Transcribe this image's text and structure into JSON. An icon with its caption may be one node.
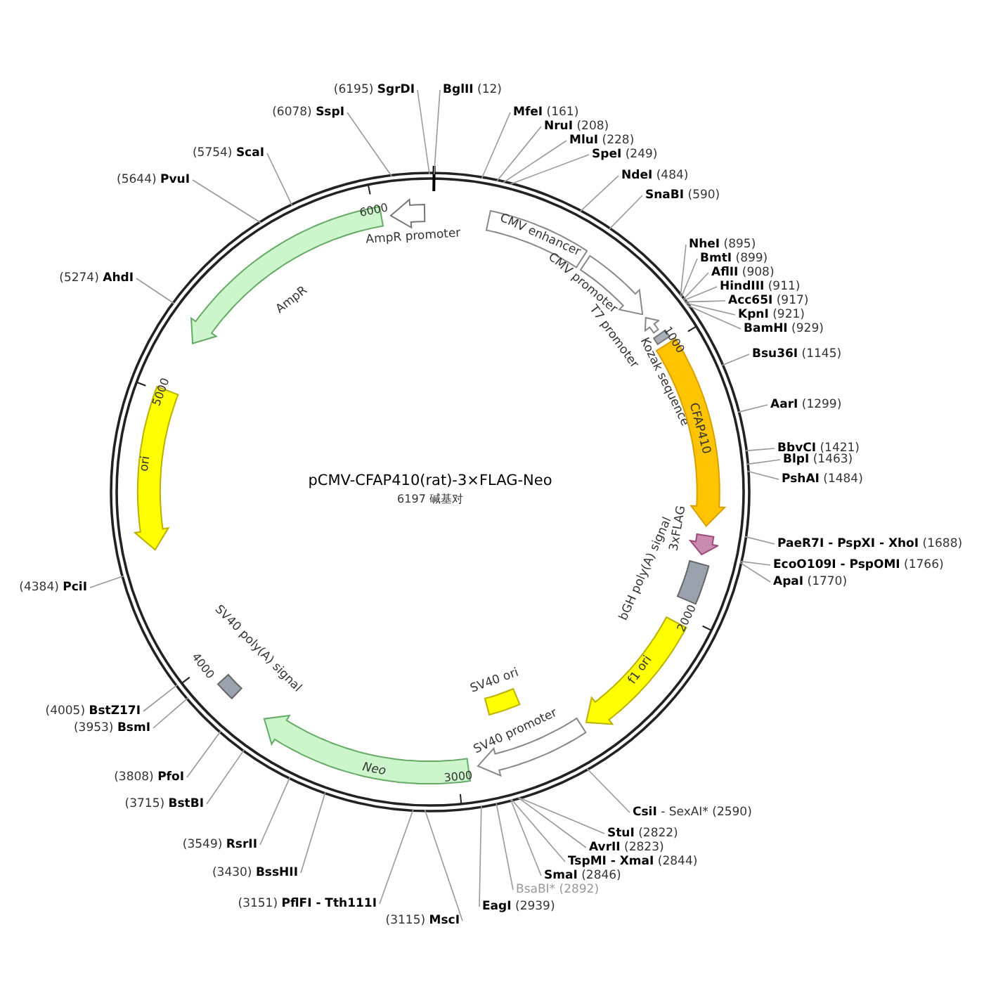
{
  "diagram": {
    "title": "pCMV-CFAP410(rat)-3×FLAG-Neo",
    "nodes": [
      {
        "text": [
          "AmpR promoter"
        ]
      },
      {
        "text": [
          "AmpR"
        ]
      },
      {
        "text": [
          "CMV enhancer"
        ]
      },
      {
        "text": [
          "CMV promoter"
        ]
      },
      {
        "text": [
          "T7 promoter"
        ]
      },
      {
        "text": [
          "Kozak sequence"
        ]
      },
      {
        "text": [
          "CFAP410"
        ]
      },
      {
        "text": [
          "3xFLAG"
        ]
      },
      {
        "text": [
          "bGH poly(A) signal"
        ]
      },
      {
        "text": [
          "f1 ori"
        ]
      },
      {
        "text": [
          "SV40 ori"
        ]
      },
      {
        "text": [
          "SV40 promoter"
        ]
      },
      {
        "text": [
          "Neo"
        ]
      },
      {
        "text": [
          "SV40 poly(A) signal"
        ]
      },
      {
        "text": [
          "ori"
        ]
      },
      {
        "text": [
          "(6195) **SgrDI**"
        ]
      },
      {
        "text": [
          "**BglII** (12)"
        ]
      },
      {
        "text": [
          "**MfeI** (161)"
        ]
      },
      {
        "text": [
          "**NruI** (208)"
        ]
      },
      {
        "text": [
          "**MluI** (228)"
        ]
      },
      {
        "text": [
          "**SpeI** (249)"
        ]
      },
      {
        "text": [
          "**NdeI** (484)"
        ]
      },
      {
        "text": [
          "**SnaBI** (590)"
        ]
      },
      {
        "text": [
          "**NheI** (895)"
        ]
      },
      {
        "text": [
          "**BmtI** (899)"
        ]
      },
      {
        "text": [
          "**AflII** (908)"
        ]
      },
      {
        "text": [
          "**HindIII** (911)"
        ]
      },
      {
        "text": [
          "**Acc65I** (917)"
        ]
      },
      {
        "text": [
          "**KpnI** (921)"
        ]
      },
      {
        "text": [
          "**BamHI** (929)"
        ]
      },
      {
        "text": [
          "**Bsu36I** (1145)"
        ]
      },
      {
        "text": [
          "**AarI** (1299)"
        ]
      },
      {
        "text": [
          "**BbvCI** (1421)"
        ]
      },
      {
        "text": [
          "**BlpI** (1463)"
        ]
      },
      {
        "text": [
          "**PshAI** (1484)"
        ]
      },
      {
        "text": [
          "**PaeR7I - PspXI - XhoI** (1688)"
        ]
      },
      {
        "text": [
          "**EcoO109I - PspOMI** (1766)"
        ]
      },
      {
        "text": [
          "**ApaI** (1770)"
        ]
      },
      {
        "text": [
          "**CsiI** - SexAI* (2590)"
        ]
      },
      {
        "text": [
          "**StuI** (2822)"
        ]
      },
      {
        "text": [
          "**AvrII** (2823)"
        ]
      },
      {
        "text": [
          "**TspMI - XmaI** (2844)"
        ]
      },
      {
        "text": [
          "**SmaI** (2846)"
        ]
      },
      {
        "text": [
          "BsaBI* (2892)"
        ]
      },
      {
        "text": [
          "**EagI** (2939)"
        ]
      },
      {
        "text": [
          "(3115) **MscI**"
        ]
      },
      {
        "text": [
          "(3151) **PflFI - Tth111I**"
        ]
      },
      {
        "text": [
          "(3430) **BssHII**"
        ]
      },
      {
        "text": [
          "(3549) **RsrII**"
        ]
      },
      {
        "text": [
          "(3715) **BstBI**"
        ]
      },
      {
        "text": [
          "(3808) **PfoI**"
        ]
      },
      {
        "text": [
          "(3953) **BsmI**"
        ]
      },
      {
        "text": [
          "(4005) **BstZ17I**"
        ]
      },
      {
        "text": [
          "(4384) **PciI**"
        ]
      },
      {
        "text": [
          "(5274) **AhdI**"
        ]
      },
      {
        "text": [
          "(5644) **PvuI**"
        ]
      },
      {
        "text": [
          "(5754) **ScaI**"
        ]
      },
      {
        "text": [
          "(6078) **SspI**"
        ]
      }
    ],
    "edges": [
      {
        "from": 15,
        "to": null,
        "arrow": "none"
      },
      {
        "from": 16,
        "to": null,
        "arrow": "none"
      },
      {
        "from": 17,
        "to": null,
        "arrow": "none"
      },
      {
        "from": 18,
        "to": null,
        "arrow": "none"
      },
      {
        "from": 19,
        "to": null,
        "arrow": "none"
      },
      {
        "from": 20,
        "to": null,
        "arrow": "none"
      },
      {
        "from": 21,
        "to": null,
        "arrow": "none"
      },
      {
        "from": 22,
        "to": null,
        "arrow": "none"
      },
      {
        "from": 23,
        "to": null,
        "arrow": "none"
      },
      {
        "from": 24,
        "to": null,
        "arrow": "none"
      },
      {
        "from": 25,
        "to": null,
        "arrow": "none"
      },
      {
        "from": 26,
        "to": null,
        "arrow": "none"
      },
      {
        "from": 27,
        "to": null,
        "arrow": "none"
      },
      {
        "from": 28,
        "to": null,
        "arrow": "none"
      },
      {
        "from": 29,
        "to": null,
        "arrow": "none"
      },
      {
        "from": 30,
        "to": null,
        "arrow": "none"
      },
      {
        "from": 31,
        "to": null,
        "arrow": "none"
      },
      {
        "from": 32,
        "to": null,
        "arrow": "none"
      },
      {
        "from": 33,
        "to": null,
        "arrow": "none"
      },
      {
        "from": 34,
        "to": null,
        "arrow": "none"
      },
      {
        "from": 35,
        "to": null,
        "arrow": "none"
      },
      {
        "from": 36,
        "to": null,
        "arrow": "none"
      },
      {
        "from": 37,
        "to": null,
        "arrow": "none"
      },
      {
        "from": 38,
        "to": null,
        "arrow": "none"
      },
      {
        "from": 39,
        "to": null,
        "arrow": "none"
      },
      {
        "from": 40,
        "to": null,
        "arrow": "none"
      },
      {
        "from": 41,
        "to": null,
        "arrow": "none"
      },
      {
        "from": 42,
        "to": null,
        "arrow": "none"
      },
      {
        "from": 43,
        "to": null,
        "arrow": "none"
      },
      {
        "from": 44,
        "to": null,
        "arrow": "none"
      },
      {
        "from": 45,
        "to": null,
        "arrow": "none"
      },
      {
        "from": 46,
        "to": null,
        "arrow": "none"
      },
      {
        "from": 47,
        "to": null,
        "arrow": "none"
      },
      {
        "from": 48,
        "to": null,
        "arrow": "none"
      },
      {
        "from": 49,
        "to": null,
        "arrow": "none"
      },
      {
        "from": 50,
        "to": null,
        "arrow": "none"
      },
      {
        "from": 51,
        "to": null,
        "arrow": "none"
      },
      {
        "from": 52,
        "to": null,
        "arrow": "none"
      },
      {
        "from": 53,
        "to": null,
        "arrow": "none"
      },
      {
        "from": 54,
        "to": null,
        "arrow": "none"
      },
      {
        "from": 55,
        "to": null,
        "arrow": "none"
      },
      {
        "from": 56,
        "to": null,
        "arrow": "none"
      },
      {
        "from": 57,
        "to": null,
        "arrow": "none"
      }
    ],
    "labels": [
      "6197 碱基对",
      "1000",
      "2000",
      "3000",
      "4000",
      "5000",
      "6000"
    ]
  }
}
